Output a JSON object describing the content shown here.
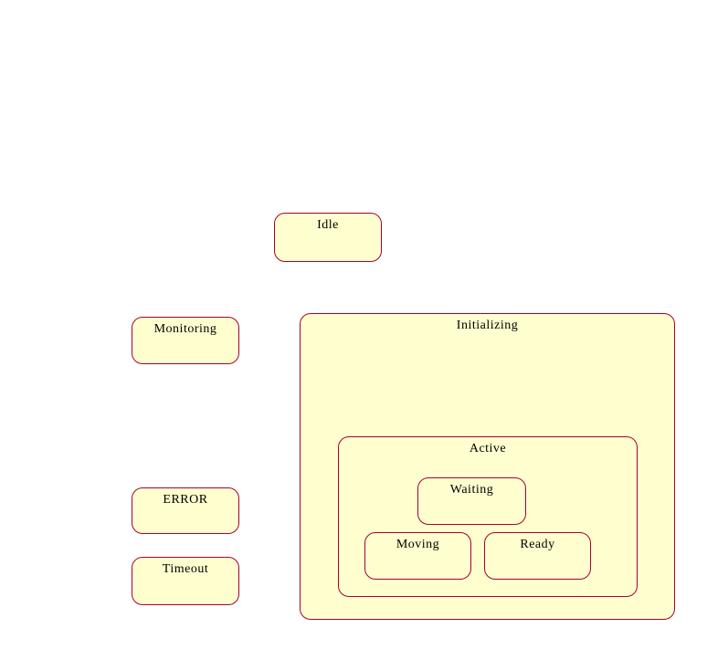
{
  "diagram": {
    "kind": "uml-state-diagram",
    "states": {
      "idle": {
        "label": "Idle"
      },
      "monitoring": {
        "label": "Monitoring"
      },
      "initializing": {
        "label": "Initializing"
      },
      "active": {
        "label": "Active"
      },
      "waiting": {
        "label": "Waiting"
      },
      "moving": {
        "label": "Moving"
      },
      "ready": {
        "label": "Ready"
      },
      "error": {
        "label": "ERROR"
      },
      "timeout": {
        "label": "Timeout"
      }
    }
  },
  "colors": {
    "background": "#FFFFFF",
    "state_fill": "#FEFECE",
    "state_border": "#A80036",
    "state_text": "#000000"
  }
}
